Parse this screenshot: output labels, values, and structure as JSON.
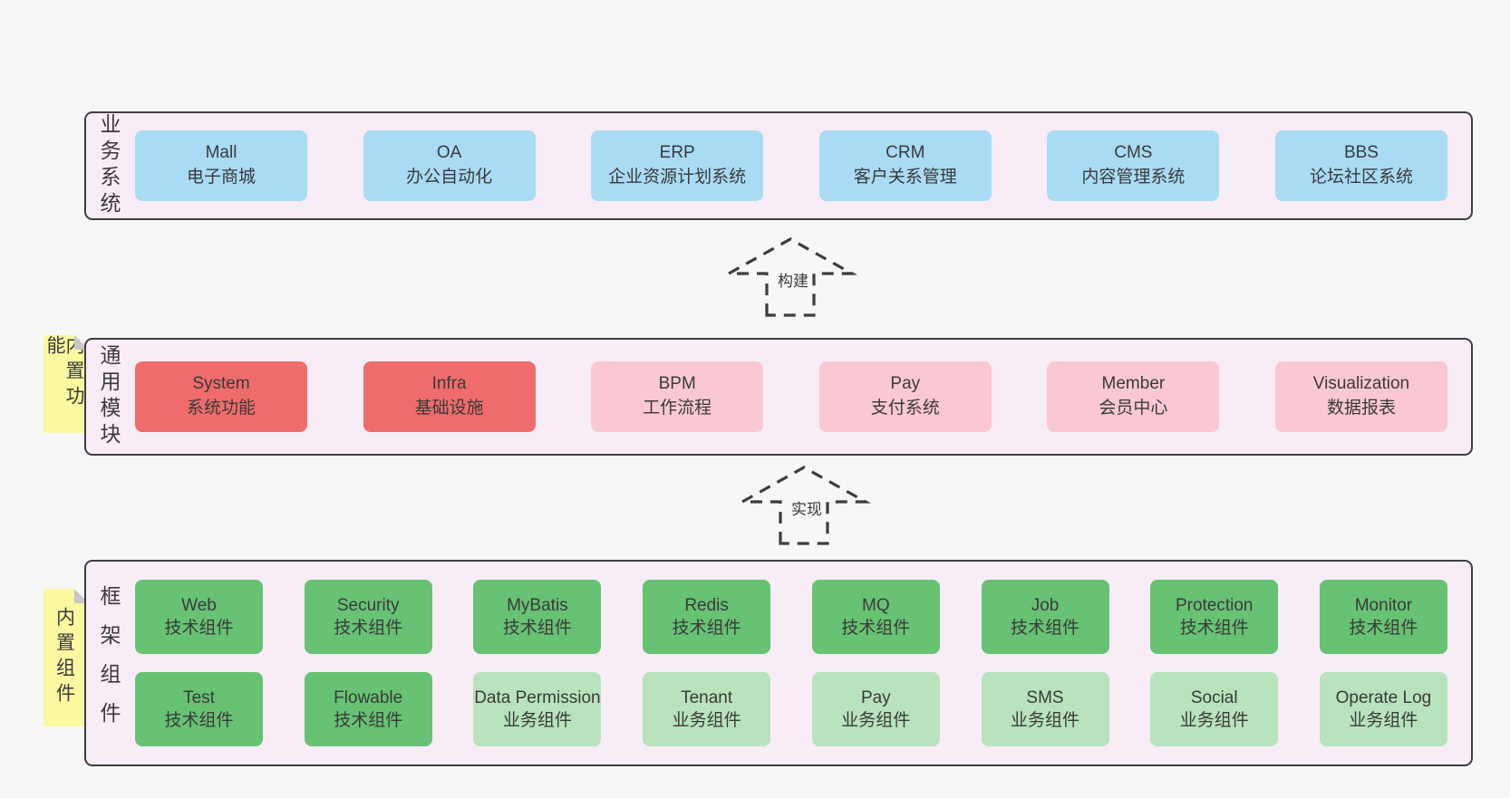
{
  "colors": {
    "page-bg": "#f7f7f7",
    "band-bg": "#f8edf6",
    "band-border": "#3e3e3e",
    "text": "#3a3a3a",
    "blue": "#a9dbf4",
    "red": "#f06c6c",
    "pink": "#f9c8d2",
    "green": "#67c274",
    "green-light": "#b8e3bc",
    "yellow": "#fbf8a1",
    "fold": "#c7c7c7",
    "arrow": "#3d3d3d"
  },
  "arrows": [
    {
      "label": "构建"
    },
    {
      "label": "实现"
    }
  ],
  "layers": [
    {
      "label": "业务系统",
      "boxes": [
        {
          "title": "Mall",
          "subtitle": "电子商城"
        },
        {
          "title": "OA",
          "subtitle": "办公自动化"
        },
        {
          "title": "ERP",
          "subtitle": "企业资源计划系统"
        },
        {
          "title": "CRM",
          "subtitle": "客户关系管理"
        },
        {
          "title": "CMS",
          "subtitle": "内容管理系统"
        },
        {
          "title": "BBS",
          "subtitle": "论坛社区系统"
        }
      ]
    },
    {
      "label": "通用模块",
      "note": "内置功能",
      "boxes": [
        {
          "title": "System",
          "subtitle": "系统功能"
        },
        {
          "title": "Infra",
          "subtitle": "基础设施"
        },
        {
          "title": "BPM",
          "subtitle": "工作流程"
        },
        {
          "title": "Pay",
          "subtitle": "支付系统"
        },
        {
          "title": "Member",
          "subtitle": "会员中心"
        },
        {
          "title": "Visualization",
          "subtitle": "数据报表"
        }
      ]
    },
    {
      "label": "框架组件",
      "note": "内置组件",
      "row1": [
        {
          "title": "Web",
          "subtitle": "技术组件"
        },
        {
          "title": "Security",
          "subtitle": "技术组件"
        },
        {
          "title": "MyBatis",
          "subtitle": "技术组件"
        },
        {
          "title": "Redis",
          "subtitle": "技术组件"
        },
        {
          "title": "MQ",
          "subtitle": "技术组件"
        },
        {
          "title": "Job",
          "subtitle": "技术组件"
        },
        {
          "title": "Protection",
          "subtitle": "技术组件"
        },
        {
          "title": "Monitor",
          "subtitle": "技术组件"
        }
      ],
      "row2": [
        {
          "title": "Test",
          "subtitle": "技术组件"
        },
        {
          "title": "Flowable",
          "subtitle": "技术组件"
        },
        {
          "title": "Data Permission",
          "subtitle": "业务组件"
        },
        {
          "title": "Tenant",
          "subtitle": "业务组件"
        },
        {
          "title": "Pay",
          "subtitle": "业务组件"
        },
        {
          "title": "SMS",
          "subtitle": "业务组件"
        },
        {
          "title": "Social",
          "subtitle": "业务组件"
        },
        {
          "title": "Operate Log",
          "subtitle": "业务组件"
        }
      ]
    }
  ]
}
